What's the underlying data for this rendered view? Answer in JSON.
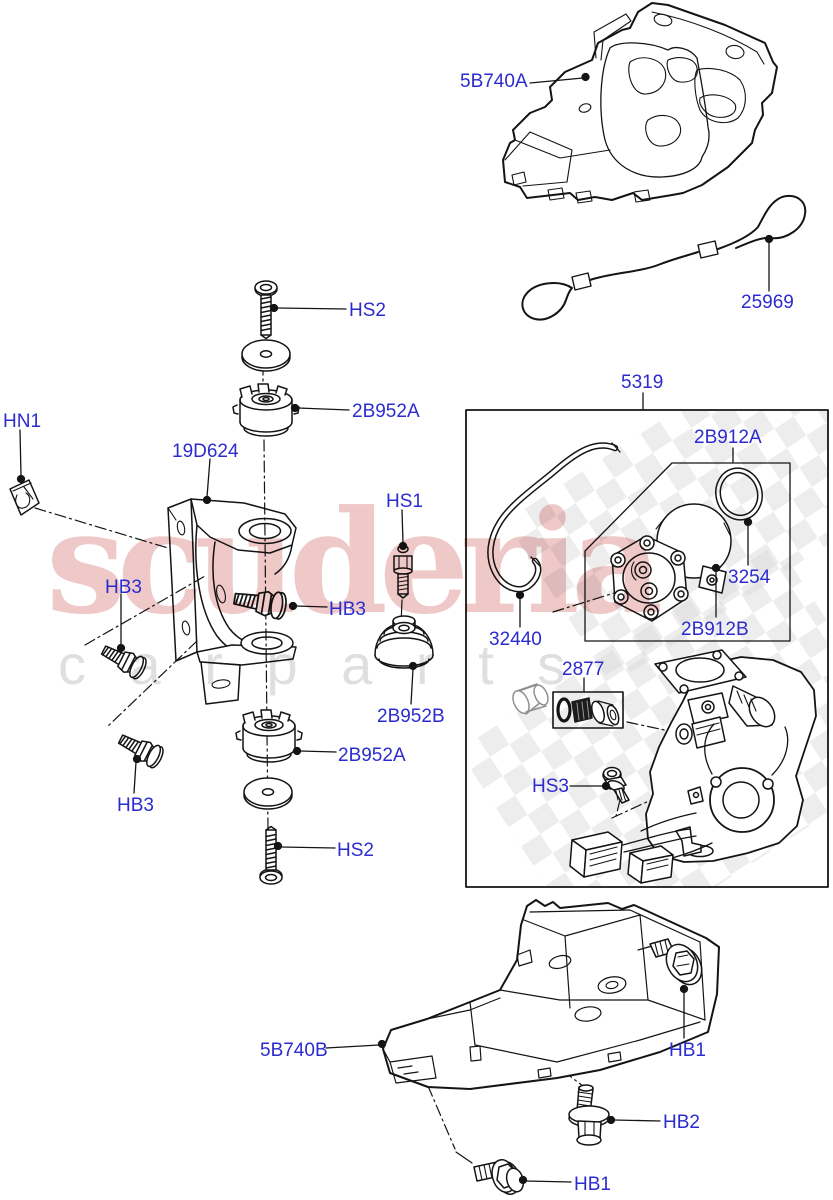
{
  "watermark": {
    "brand": "scuderia",
    "subtitle": "c a r  p a r t s",
    "brand_color": "#d97b7b",
    "subtitle_color": "#c9c9c9"
  },
  "style": {
    "callout_color": "#2b2bd0",
    "line_color": "#141414",
    "background": "#ffffff"
  },
  "callouts": [
    {
      "text": "5B740A"
    },
    {
      "text": "25969"
    },
    {
      "text": "HS2"
    },
    {
      "text": "2B952A"
    },
    {
      "text": "HN1"
    },
    {
      "text": "19D624"
    },
    {
      "text": "HS1"
    },
    {
      "text": "HB3"
    },
    {
      "text": "HB3"
    },
    {
      "text": "2B952B"
    },
    {
      "text": "2B952A"
    },
    {
      "text": "HB3"
    },
    {
      "text": "HS2"
    },
    {
      "text": "5319"
    },
    {
      "text": "2B912A"
    },
    {
      "text": "3254"
    },
    {
      "text": "2B912B"
    },
    {
      "text": "32440"
    },
    {
      "text": "2877"
    },
    {
      "text": "HS3"
    },
    {
      "text": "5B740B"
    },
    {
      "text": "HB1"
    },
    {
      "text": "HB2"
    },
    {
      "text": "HB1"
    }
  ]
}
